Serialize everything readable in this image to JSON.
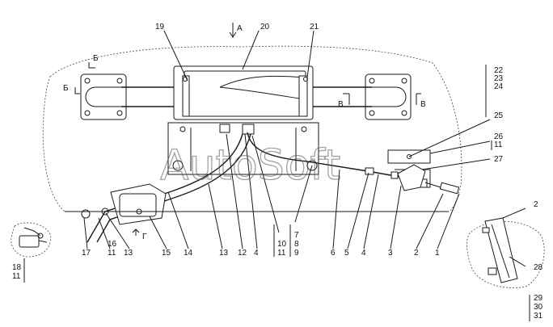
{
  "watermark": "AutoSoft",
  "view_labels": {
    "a_top": "A",
    "b_left_top": "Б",
    "b_left_side": "Б",
    "v_right_left": "В",
    "v_right_right": "В",
    "g_bottom": "Г"
  },
  "callouts": {
    "n19": "19",
    "n20": "20",
    "n21": "21",
    "n22": "22",
    "n23": "23",
    "n24": "24",
    "n25": "25",
    "n26": "26",
    "n26b": "11",
    "n27": "27",
    "n2r": "2",
    "n28": "28",
    "n29": "29",
    "n30": "30",
    "n31": "31",
    "b17": "17",
    "b16": "16",
    "b16b": "11",
    "b13a": "13",
    "b15": "15",
    "b14": "14",
    "b13b": "13",
    "b12": "12",
    "b4a": "4",
    "b10": "10",
    "b10b": "11",
    "b7": "7",
    "b8": "8",
    "b9": "9",
    "b6": "6",
    "b5": "5",
    "b4b": "4",
    "b3": "3",
    "b2": "2",
    "b1": "1",
    "b18": "18",
    "b18b": "11"
  }
}
